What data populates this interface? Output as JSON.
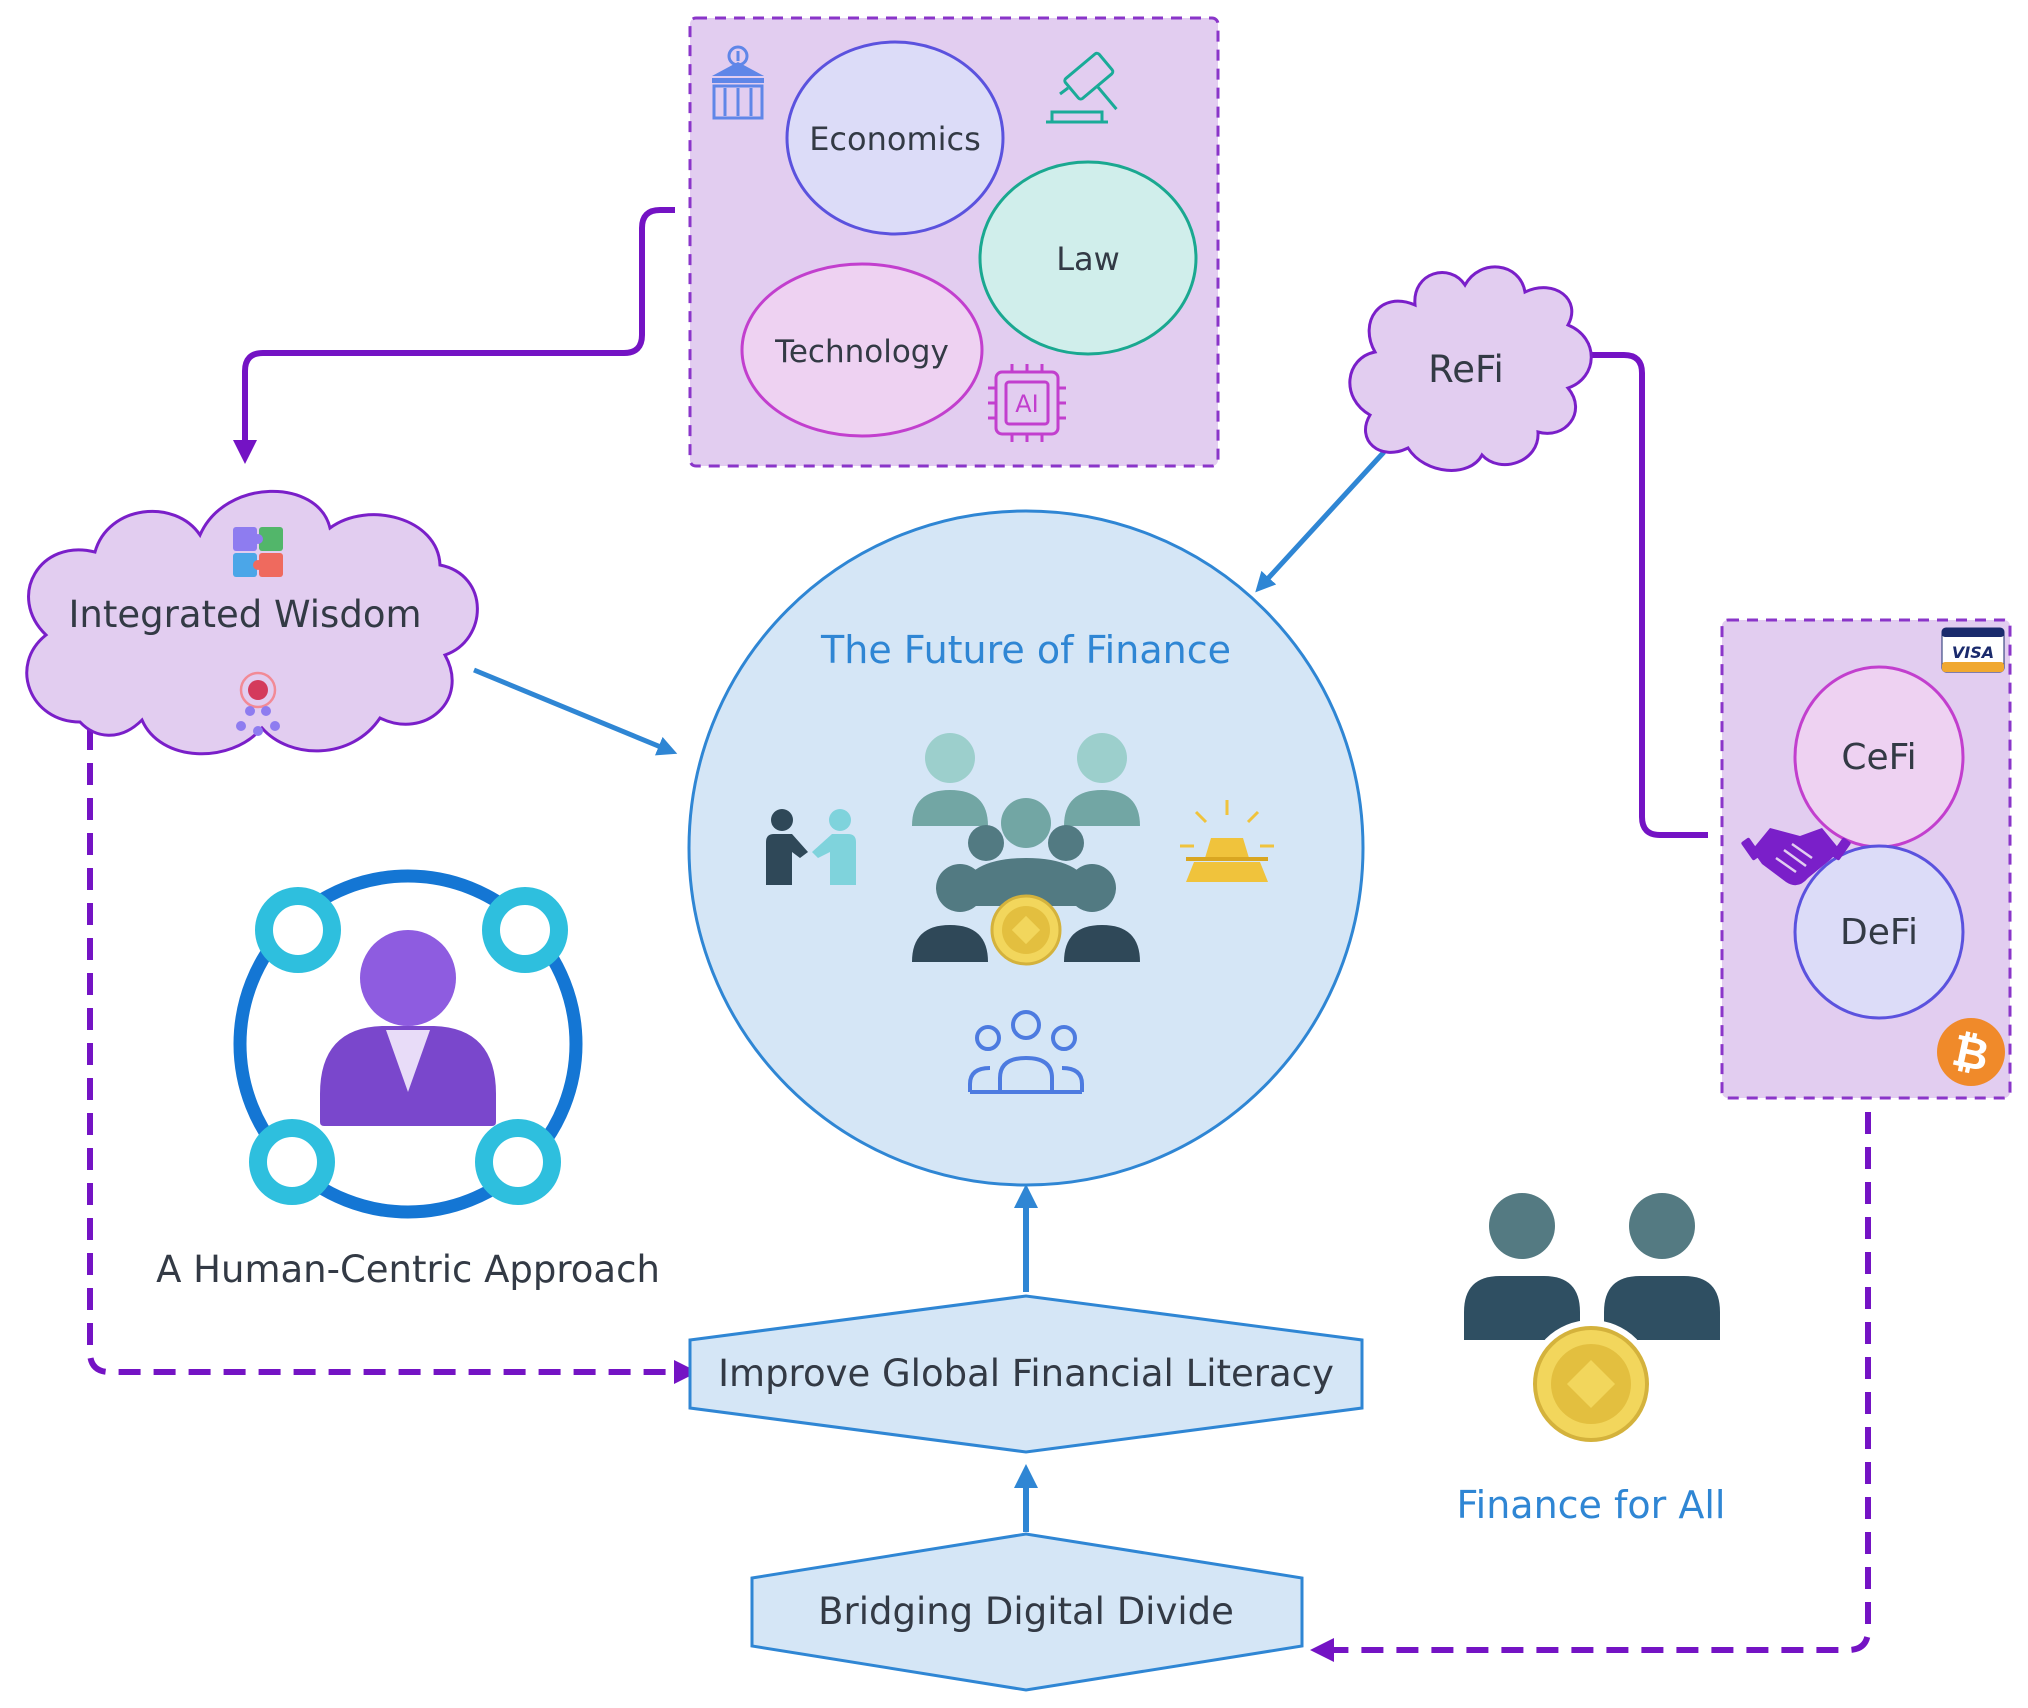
{
  "disciplines": {
    "economics": "Economics",
    "law": "Law",
    "technology": "Technology",
    "ai_chip": "AI"
  },
  "integrated_wisdom": "Integrated Wisdom",
  "refi": "ReFi",
  "center": {
    "title": "The Future of Finance"
  },
  "finance_models": {
    "cefi": "CeFi",
    "defi": "DeFi",
    "card_brand": "VISA"
  },
  "human_centric": "A Human-Centric Approach",
  "literacy": "Improve Global Financial Literacy",
  "bridging": "Bridging Digital Divide",
  "finance_for_all": "Finance for All",
  "icons": [
    "bank-icon",
    "gavel-icon",
    "ai-chip-icon",
    "puzzle-icon",
    "location-icon",
    "handshake-people-icon",
    "community-coin-icon",
    "gold-bars-icon",
    "group-icon",
    "visa-card-icon",
    "handshake-icon",
    "bitcoin-icon",
    "person-network-icon",
    "people-coin-icon"
  ],
  "colors": {
    "purple_connector": "#7413c4",
    "blue_connector": "#2f86d4",
    "panel_fill": "#e2cdf0",
    "panel_border": "#8a35c9",
    "center_fill": "#d5e6f6",
    "hexagon_fill": "#d5e6f6",
    "finance_for_all_text": "#2f86d4"
  }
}
